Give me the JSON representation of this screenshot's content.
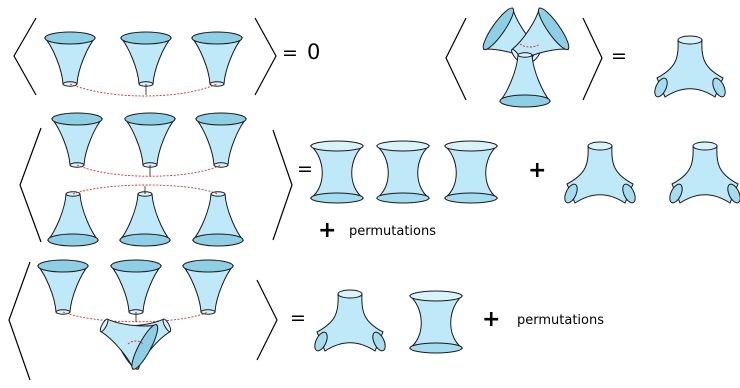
{
  "symbols": {
    "equals": "=",
    "zero": "0",
    "plus": "+",
    "permutations": "permutations"
  },
  "colors": {
    "fill": "#bfe9f8",
    "fill_dark": "#8fcfe6",
    "outline": "#1a1a1a",
    "connector": "#d0302a"
  },
  "icons": [
    "trumpet-surface",
    "double-trumpet-surface",
    "three-holed-sphere",
    "angle-bracket"
  ]
}
